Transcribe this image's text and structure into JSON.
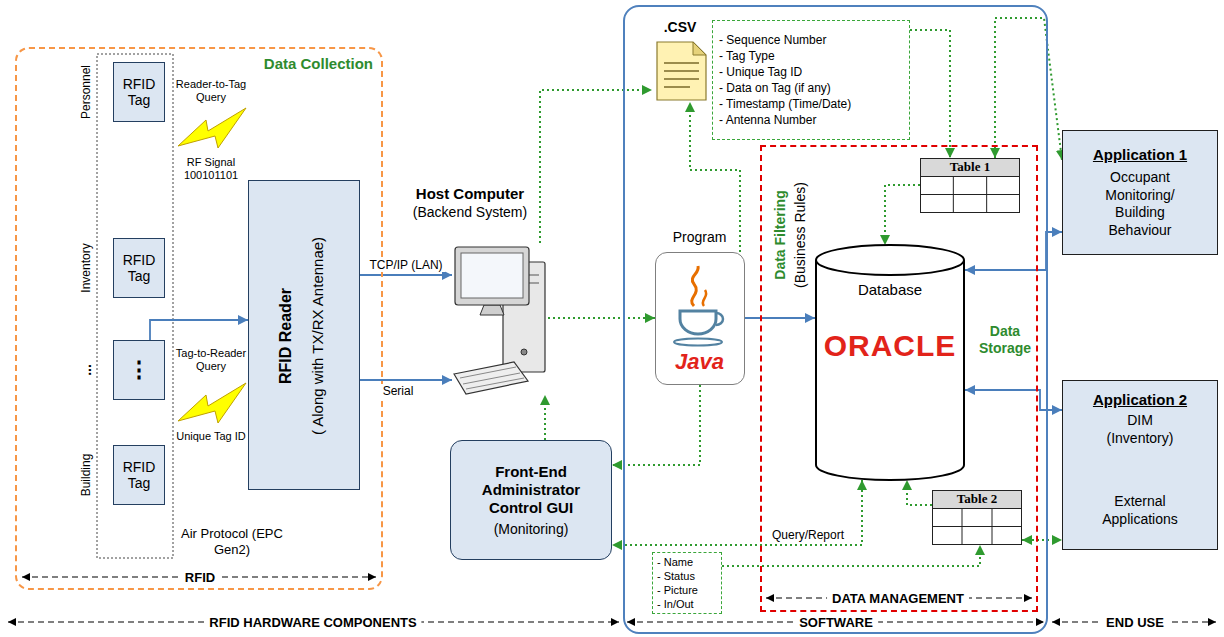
{
  "diagram": {
    "nodes": [
      {
        "text": [
          "Data Collection"
        ]
      },
      {
        "text": [
          "RFID Tag"
        ],
        "in": 0
      },
      {
        "text": [
          "RFID Tag"
        ],
        "in": 0
      },
      {
        "text": [
          "⋮"
        ],
        "in": 0
      },
      {
        "text": [
          "RFID Tag"
        ],
        "in": 0
      },
      {
        "text": [
          "RFID Reader",
          "( Along with TX/RX Antennae)"
        ],
        "in": 0
      },
      {
        "text": [
          "Host Computer",
          "(Backend System)"
        ]
      },
      {
        "text": [
          "SOFTWARE"
        ]
      },
      {
        "text": [
          ".CSV"
        ],
        "in": 7
      },
      {
        "text": [
          "- Sequence Number",
          "- Tag Type",
          "- Unique Tag ID",
          "- Data on Tag (if any)",
          "- Timestamp (Time/Date)",
          "- Antenna Number"
        ],
        "in": 7
      },
      {
        "text": [
          "Program",
          "Java"
        ],
        "in": 7
      },
      {
        "text": [
          "Front-End Administrator Control GUI",
          "(Monitoring)"
        ]
      },
      {
        "text": [
          "Data Filtering",
          "(Business Rules)",
          "Data Storage",
          "DATA MANAGEMENT"
        ],
        "in": 7
      },
      {
        "text": [
          "Table 1"
        ],
        "in": 12
      },
      {
        "text": [
          "Database",
          "ORACLE"
        ],
        "in": 12
      },
      {
        "text": [
          "Table 2"
        ],
        "in": 12
      },
      {
        "text": [
          "- Name",
          "- Status",
          "- Picture",
          "- In/Out"
        ],
        "in": 7
      },
      {
        "text": [
          "Application 1",
          "Occupant Monitoring/ Building Behaviour"
        ]
      },
      {
        "text": [
          "Application 2",
          "DIM (Inventory)",
          "External Applications"
        ]
      }
    ],
    "edges": [
      {
        "from": 3,
        "to": 5,
        "arrow": "to"
      },
      {
        "from": 5,
        "to": 6,
        "arrow": "to",
        "label": "TCP/IP (LAN)"
      },
      {
        "from": 5,
        "to": 6,
        "arrow": "to",
        "label": "Serial"
      },
      {
        "from": 6,
        "to": 8,
        "arrow": "to"
      },
      {
        "from": 6,
        "to": 10,
        "arrow": "to"
      },
      {
        "from": 10,
        "to": 8,
        "arrow": "to"
      },
      {
        "from": 10,
        "to": 11,
        "arrow": "to"
      },
      {
        "from": 11,
        "to": 6,
        "arrow": "to"
      },
      {
        "from": 10,
        "to": 14,
        "arrow": "to"
      },
      {
        "from": 9,
        "to": 13,
        "arrow": "to"
      },
      {
        "from": 13,
        "to": 17,
        "arrow": "both"
      },
      {
        "from": 13,
        "to": 14,
        "arrow": "to"
      },
      {
        "from": 14,
        "to": 17,
        "arrow": "both"
      },
      {
        "from": 14,
        "to": 18,
        "arrow": "both"
      },
      {
        "from": 15,
        "to": 14,
        "arrow": "to"
      },
      {
        "from": 16,
        "to": 15,
        "arrow": "to"
      },
      {
        "from": 15,
        "to": 18,
        "arrow": "both"
      },
      {
        "from": 14,
        "to": 11,
        "arrow": "both",
        "label": "Query/Report"
      }
    ],
    "labels": [
      "Personnel",
      "Inventory",
      "...",
      "Building",
      "Reader-to-Tag Query",
      "RF Signal 100101101",
      "Tag-to-Reader Query",
      "Unique Tag ID",
      "Air Protocol (EPC Gen2)",
      "RFID",
      "RFID HARDWARE COMPONENTS",
      "END USE"
    ]
  }
}
